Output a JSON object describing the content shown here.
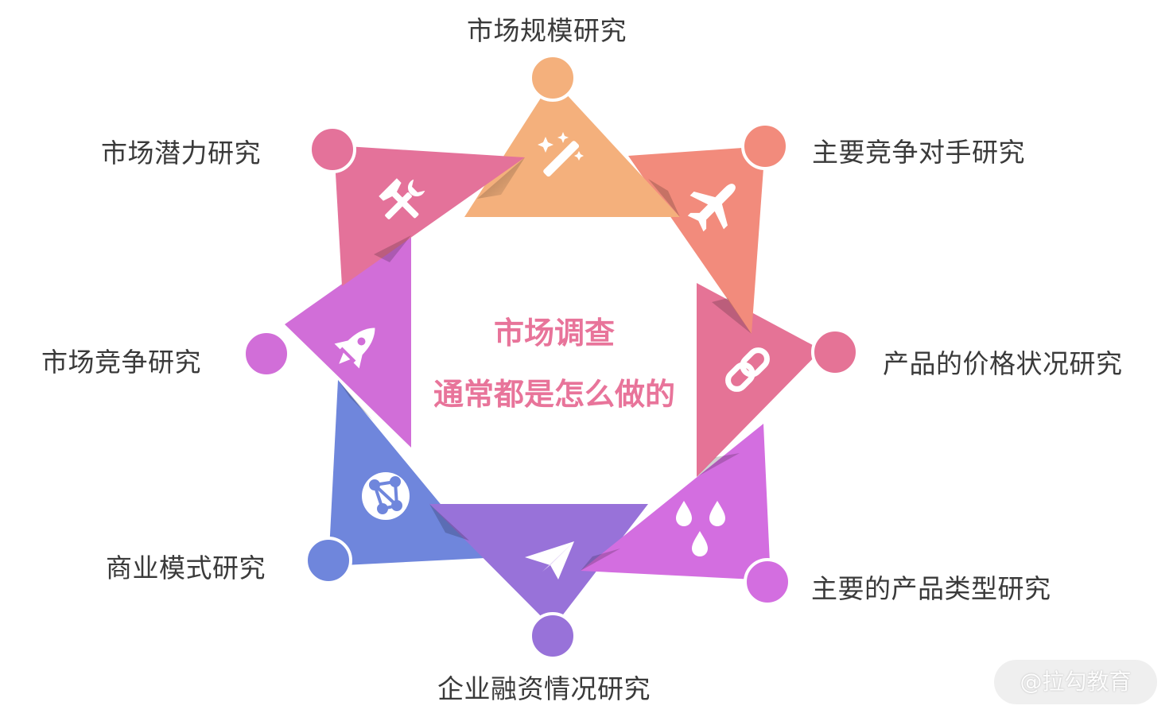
{
  "center_title": {
    "line1": "市场调查",
    "line2": "通常都是怎么做的"
  },
  "segments": [
    {
      "label": "市场规模研究",
      "color": "#f4b07c",
      "icon": "magic-wand-icon"
    },
    {
      "label": "主要竞争对手研究",
      "color": "#f28b7c",
      "icon": "airplane-icon"
    },
    {
      "label": "产品的价格状况研究",
      "color": "#e57396",
      "icon": "link-icon"
    },
    {
      "label": "主要的产品类型研究",
      "color": "#d36ee0",
      "icon": "water-drops-icon"
    },
    {
      "label": "企业融资情况研究",
      "color": "#9872d9",
      "icon": "paper-plane-icon"
    },
    {
      "label": "商业模式研究",
      "color": "#6f86dc",
      "icon": "globe-network-icon"
    },
    {
      "label": "市场竞争研究",
      "color": "#d16ed8",
      "icon": "rocket-icon"
    },
    {
      "label": "市场潜力研究",
      "color": "#e4729a",
      "icon": "tools-icon"
    }
  ],
  "watermark": "@拉勾教育"
}
